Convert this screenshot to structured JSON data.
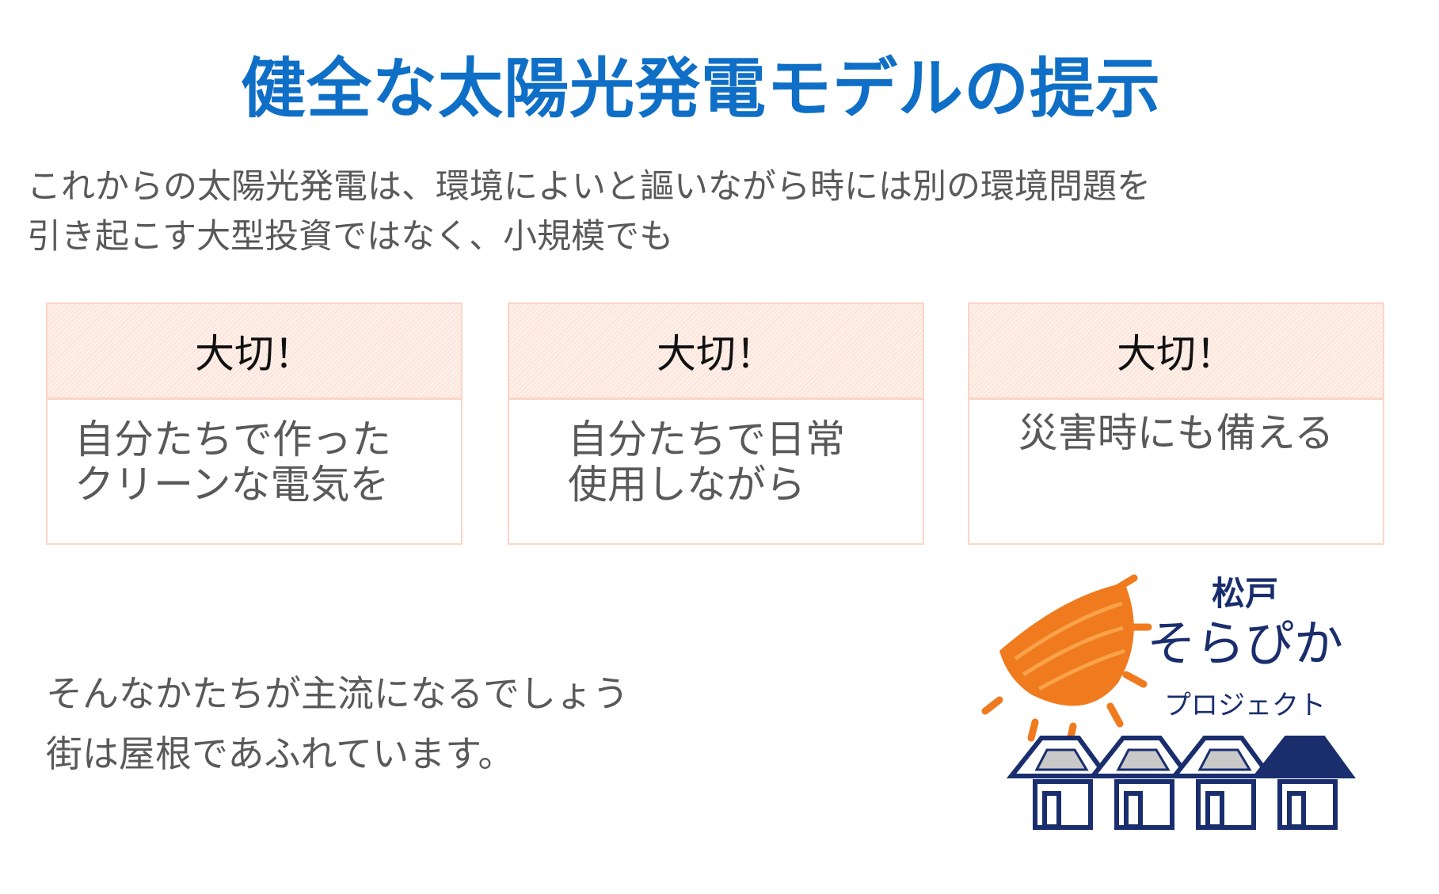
{
  "title": "健全な太陽光発電モデルの提示",
  "intro": {
    "line1": "これからの太陽光発電は、環境によいと謳いながら時には別の環境問題を",
    "line2": "引き起こす大型投資ではなく、小規模でも"
  },
  "cards": [
    {
      "header": "大切！",
      "line1": "自分たちで作った",
      "line2": "クリーンな電気を"
    },
    {
      "header": "大切！",
      "line1": "自分たちで日常",
      "line2": "使用しながら"
    },
    {
      "header": "大切！",
      "line1": "災害時にも備える",
      "line2": ""
    }
  ],
  "bottom": {
    "line1": "そんなかたちが主流になるでしょう",
    "line2": "街は屋根であふれています。"
  },
  "logo": {
    "place": "松戸",
    "name": "そらぴか",
    "sub": "プロジェクト",
    "colors": {
      "navy": "#1a2e6e",
      "orange": "#f07a1e"
    }
  },
  "colors": {
    "title": "#0f6fc6",
    "text": "#595959",
    "card_border": "#fbd5c6"
  }
}
